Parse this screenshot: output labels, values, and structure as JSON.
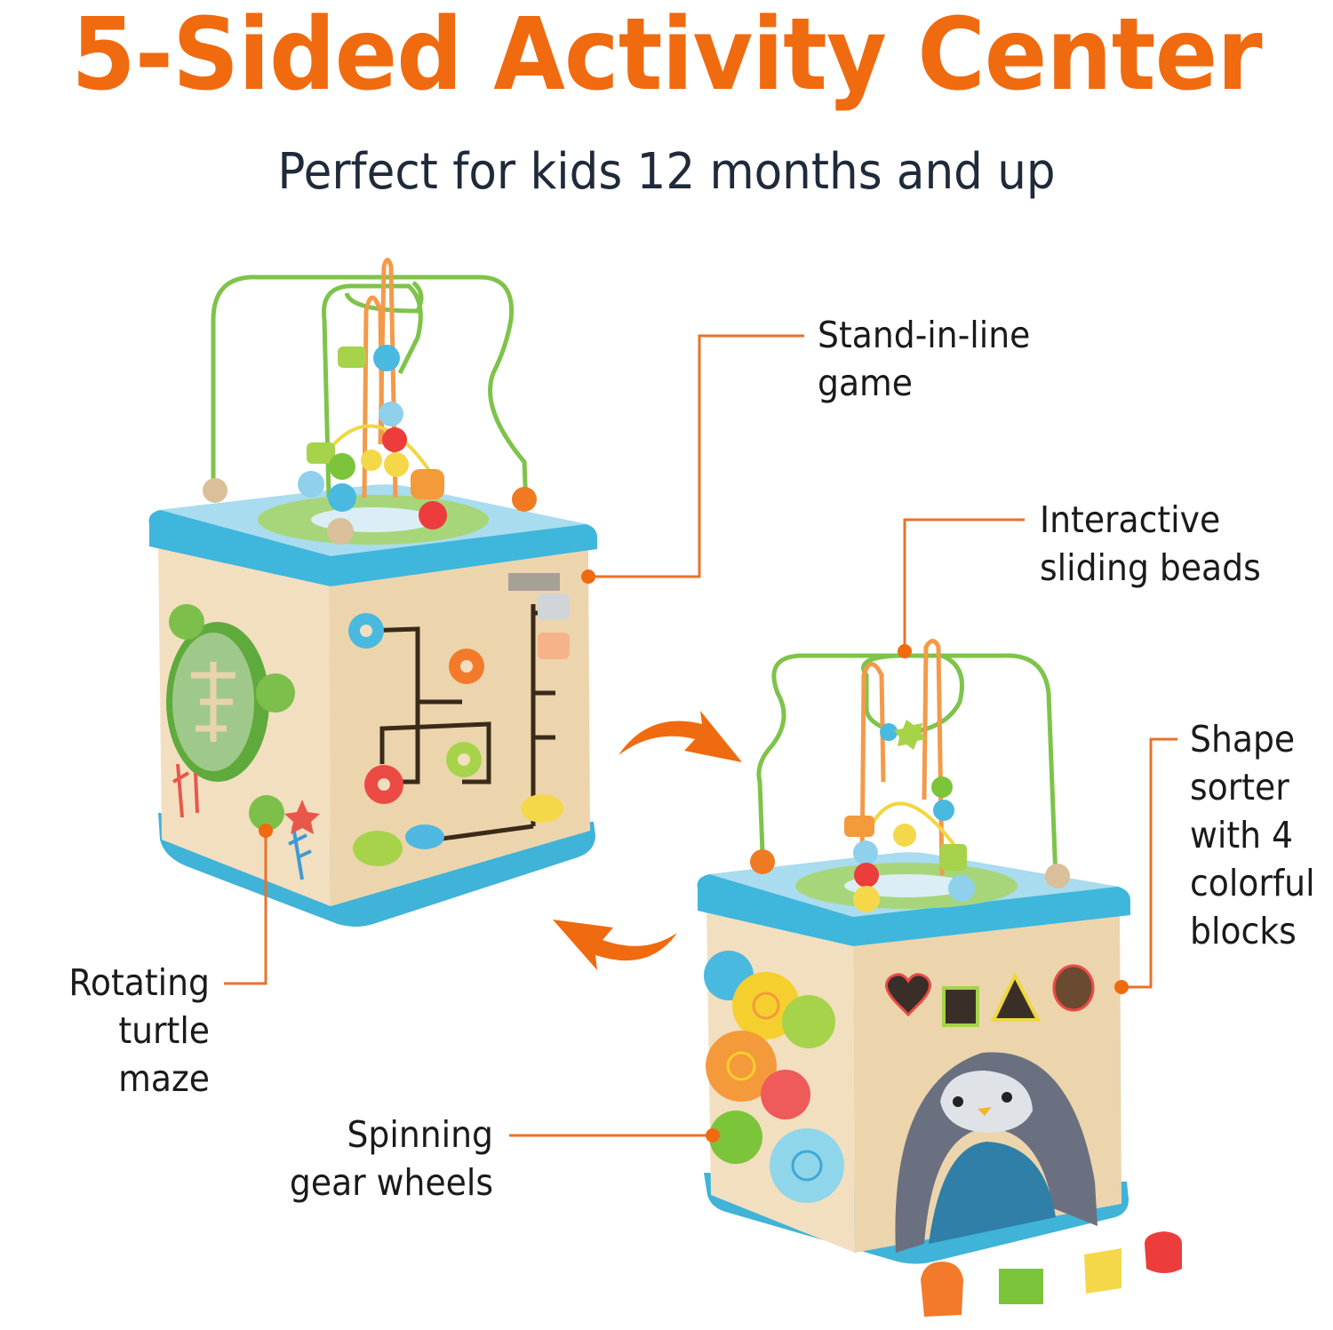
{
  "header": {
    "title": "5-Sided Activity Center",
    "subtitle": "Perfect for kids 12 months and up"
  },
  "callouts": [
    {
      "id": "stand-in-line",
      "lines": [
        "Stand-in-line",
        "game"
      ]
    },
    {
      "id": "sliding-beads",
      "lines": [
        "Interactive",
        "sliding beads"
      ]
    },
    {
      "id": "shape-sorter",
      "lines": [
        "Shape",
        "sorter",
        "with 4",
        "colorful",
        "blocks"
      ]
    },
    {
      "id": "turtle-maze",
      "lines": [
        "Rotating",
        "turtle maze"
      ]
    },
    {
      "id": "gear-wheels",
      "lines": [
        "Spinning",
        "gear wheels"
      ]
    }
  ],
  "colors": {
    "accent_orange": "#f06a0f",
    "title_orange": "#f06a0f",
    "text_dark": "#1f2a3a",
    "cube_blue": "#3fb6dc",
    "wood": "#f1dcbb",
    "wire_green": "#7ec34a",
    "wire_orange": "#f39a4a"
  },
  "images": {
    "cube_left": "activity-cube-maze-side",
    "cube_right": "activity-cube-penguin-side",
    "rotate_arrows": "rotate-arrows"
  }
}
